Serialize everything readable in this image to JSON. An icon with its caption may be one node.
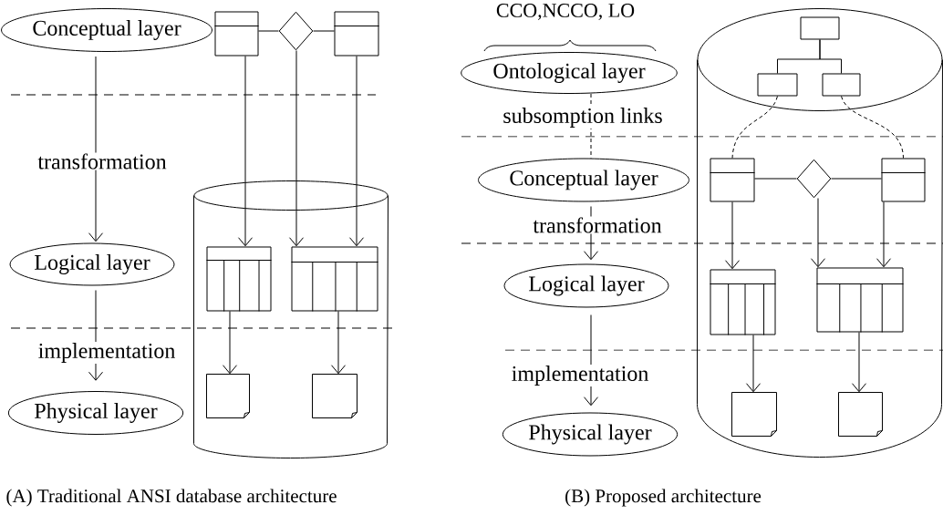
{
  "diagram": {
    "nodes": [
      {
        "text": [
          "Conceptual layer"
        ]
      },
      {
        "text": [
          "Logical layer"
        ]
      },
      {
        "text": [
          "Physical layer"
        ]
      },
      {
        "text": [],
        "shape": "cylinder"
      },
      {
        "text": [],
        "shape": "box"
      },
      {
        "text": [],
        "shape": "diamond"
      },
      {
        "text": [],
        "shape": "box"
      },
      {
        "text": [],
        "shape": "table",
        "in": 3
      },
      {
        "text": [],
        "shape": "table",
        "in": 3
      },
      {
        "text": [],
        "shape": "document",
        "in": 3
      },
      {
        "text": [],
        "shape": "document",
        "in": 3
      },
      {
        "text": [
          "Ontological layer"
        ]
      },
      {
        "text": [
          "Conceptual layer"
        ]
      },
      {
        "text": [
          "Logical layer"
        ]
      },
      {
        "text": [
          "Physical layer"
        ]
      },
      {
        "text": [],
        "shape": "cylinder"
      },
      {
        "text": [],
        "shape": "box",
        "in": 15
      },
      {
        "text": [],
        "shape": "box",
        "in": 15
      },
      {
        "text": [],
        "shape": "box",
        "in": 15
      },
      {
        "text": [],
        "shape": "box",
        "in": 15
      },
      {
        "text": [],
        "shape": "diamond",
        "in": 15
      },
      {
        "text": [],
        "shape": "box",
        "in": 15
      },
      {
        "text": [],
        "shape": "table",
        "in": 15
      },
      {
        "text": [],
        "shape": "table",
        "in": 15
      },
      {
        "text": [],
        "shape": "document",
        "in": 15
      },
      {
        "text": [],
        "shape": "document",
        "in": 15
      }
    ],
    "edges": [
      {
        "from": 0,
        "to": 1,
        "arrow": "to",
        "label": "transformation"
      },
      {
        "from": 1,
        "to": 2,
        "arrow": "to",
        "label": "implementation"
      },
      {
        "from": 4,
        "to": 5,
        "arrow": "none"
      },
      {
        "from": 5,
        "to": 6,
        "arrow": "none"
      },
      {
        "from": 4,
        "to": 7,
        "arrow": "to"
      },
      {
        "from": 5,
        "to": 8,
        "arrow": "to"
      },
      {
        "from": 6,
        "to": 8,
        "arrow": "to"
      },
      {
        "from": 7,
        "to": 9,
        "arrow": "to"
      },
      {
        "from": 8,
        "to": 10,
        "arrow": "to"
      },
      {
        "from": 11,
        "to": 12,
        "arrow": "none",
        "style": "dashed",
        "label": "subsomption links"
      },
      {
        "from": 12,
        "to": 13,
        "arrow": "to",
        "label": "transformation"
      },
      {
        "from": 13,
        "to": 14,
        "arrow": "to",
        "label": "implementation"
      },
      {
        "from": 16,
        "to": 17,
        "arrow": "none"
      },
      {
        "from": 16,
        "to": 18,
        "arrow": "none"
      },
      {
        "from": 17,
        "to": 19,
        "arrow": "none",
        "style": "dashed"
      },
      {
        "from": 18,
        "to": 21,
        "arrow": "none",
        "style": "dashed"
      },
      {
        "from": 19,
        "to": 20,
        "arrow": "none"
      },
      {
        "from": 20,
        "to": 21,
        "arrow": "none"
      },
      {
        "from": 19,
        "to": 22,
        "arrow": "to"
      },
      {
        "from": 20,
        "to": 23,
        "arrow": "to"
      },
      {
        "from": 21,
        "to": 23,
        "arrow": "to"
      },
      {
        "from": 22,
        "to": 24,
        "arrow": "to"
      },
      {
        "from": 23,
        "to": 25,
        "arrow": "to"
      }
    ],
    "labels": [
      "CCO,NCCO, LO",
      "(A) Traditional ANSI database architecture",
      "(B) Proposed architecture"
    ]
  }
}
